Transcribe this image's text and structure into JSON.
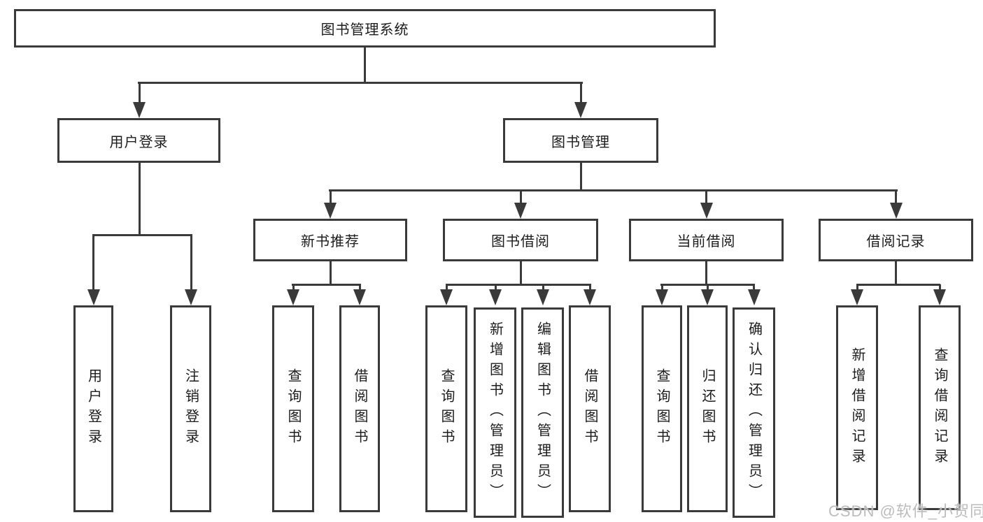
{
  "diagram_type": "hierarchy-tree",
  "colors": {
    "line": "#3a3a3a",
    "box_border": "#3a3a3a",
    "box_fill": "#ffffff",
    "text": "#1c1c1c",
    "watermark": "#bcbcbc",
    "background": "#ffffff"
  },
  "watermark": {
    "text": "CSDN @软件_小贺同学"
  },
  "tree": {
    "root": {
      "label": "图书管理系统"
    },
    "children": [
      {
        "label": "用户登录",
        "children": [
          {
            "label": "用户登录"
          },
          {
            "label": "注销登录"
          }
        ]
      },
      {
        "label": "图书管理",
        "children": [
          {
            "label": "新书推荐",
            "children": [
              {
                "label": "查询图书"
              },
              {
                "label": "借阅图书"
              }
            ]
          },
          {
            "label": "图书借阅",
            "children": [
              {
                "label": "查询图书"
              },
              {
                "label": "新增图书（管理员）"
              },
              {
                "label": "编辑图书（管理员）"
              },
              {
                "label": "借阅图书"
              }
            ]
          },
          {
            "label": "当前借阅",
            "children": [
              {
                "label": "查询图书"
              },
              {
                "label": "归还图书"
              },
              {
                "label": "确认归还（管理员）"
              }
            ]
          },
          {
            "label": "借阅记录",
            "children": [
              {
                "label": "新增借阅记录"
              },
              {
                "label": "查询借阅记录"
              }
            ]
          }
        ]
      }
    ]
  }
}
